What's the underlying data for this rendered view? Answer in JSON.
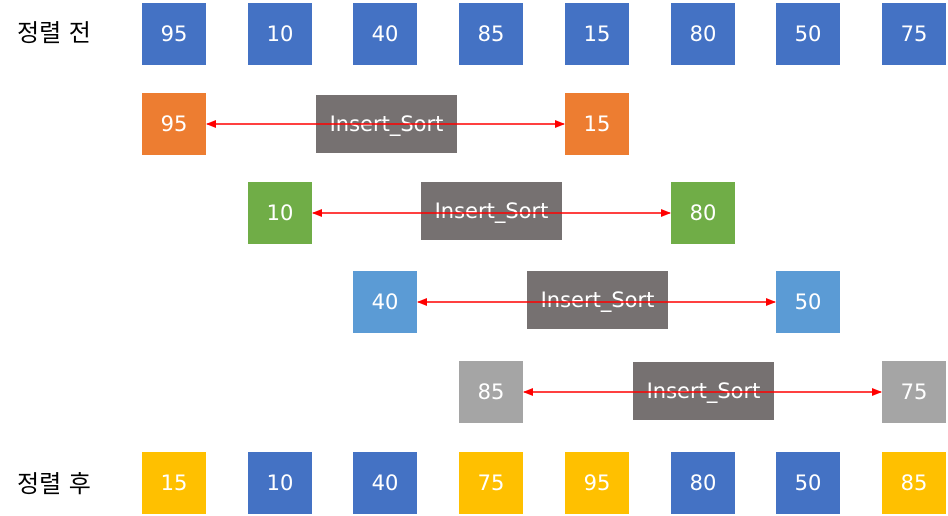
{
  "labels": {
    "before": "정렬 전",
    "after": "정렬 후"
  },
  "before": [
    "95",
    "10",
    "40",
    "85",
    "15",
    "80",
    "50",
    "75"
  ],
  "pairs": [
    {
      "left": "95",
      "right": "15",
      "op": "Insert_Sort",
      "color": "#ED7D31"
    },
    {
      "left": "10",
      "right": "80",
      "op": "Insert_Sort",
      "color": "#70AD47"
    },
    {
      "left": "40",
      "right": "50",
      "op": "Insert_Sort",
      "color": "#5B9BD5"
    },
    {
      "left": "85",
      "right": "75",
      "op": "Insert_Sort",
      "color": "#A5A5A5"
    }
  ],
  "after": [
    {
      "value": "15",
      "color": "#FFC000"
    },
    {
      "value": "10",
      "color": "#4472C4"
    },
    {
      "value": "40",
      "color": "#4472C4"
    },
    {
      "value": "75",
      "color": "#FFC000"
    },
    {
      "value": "95",
      "color": "#FFC000"
    },
    {
      "value": "80",
      "color": "#4472C4"
    },
    {
      "value": "50",
      "color": "#4472C4"
    },
    {
      "value": "85",
      "color": "#FFC000"
    }
  ],
  "colors": {
    "array_blue": "#4472C4",
    "operation_gray": "#767171",
    "arrow_red": "#FF0000"
  }
}
